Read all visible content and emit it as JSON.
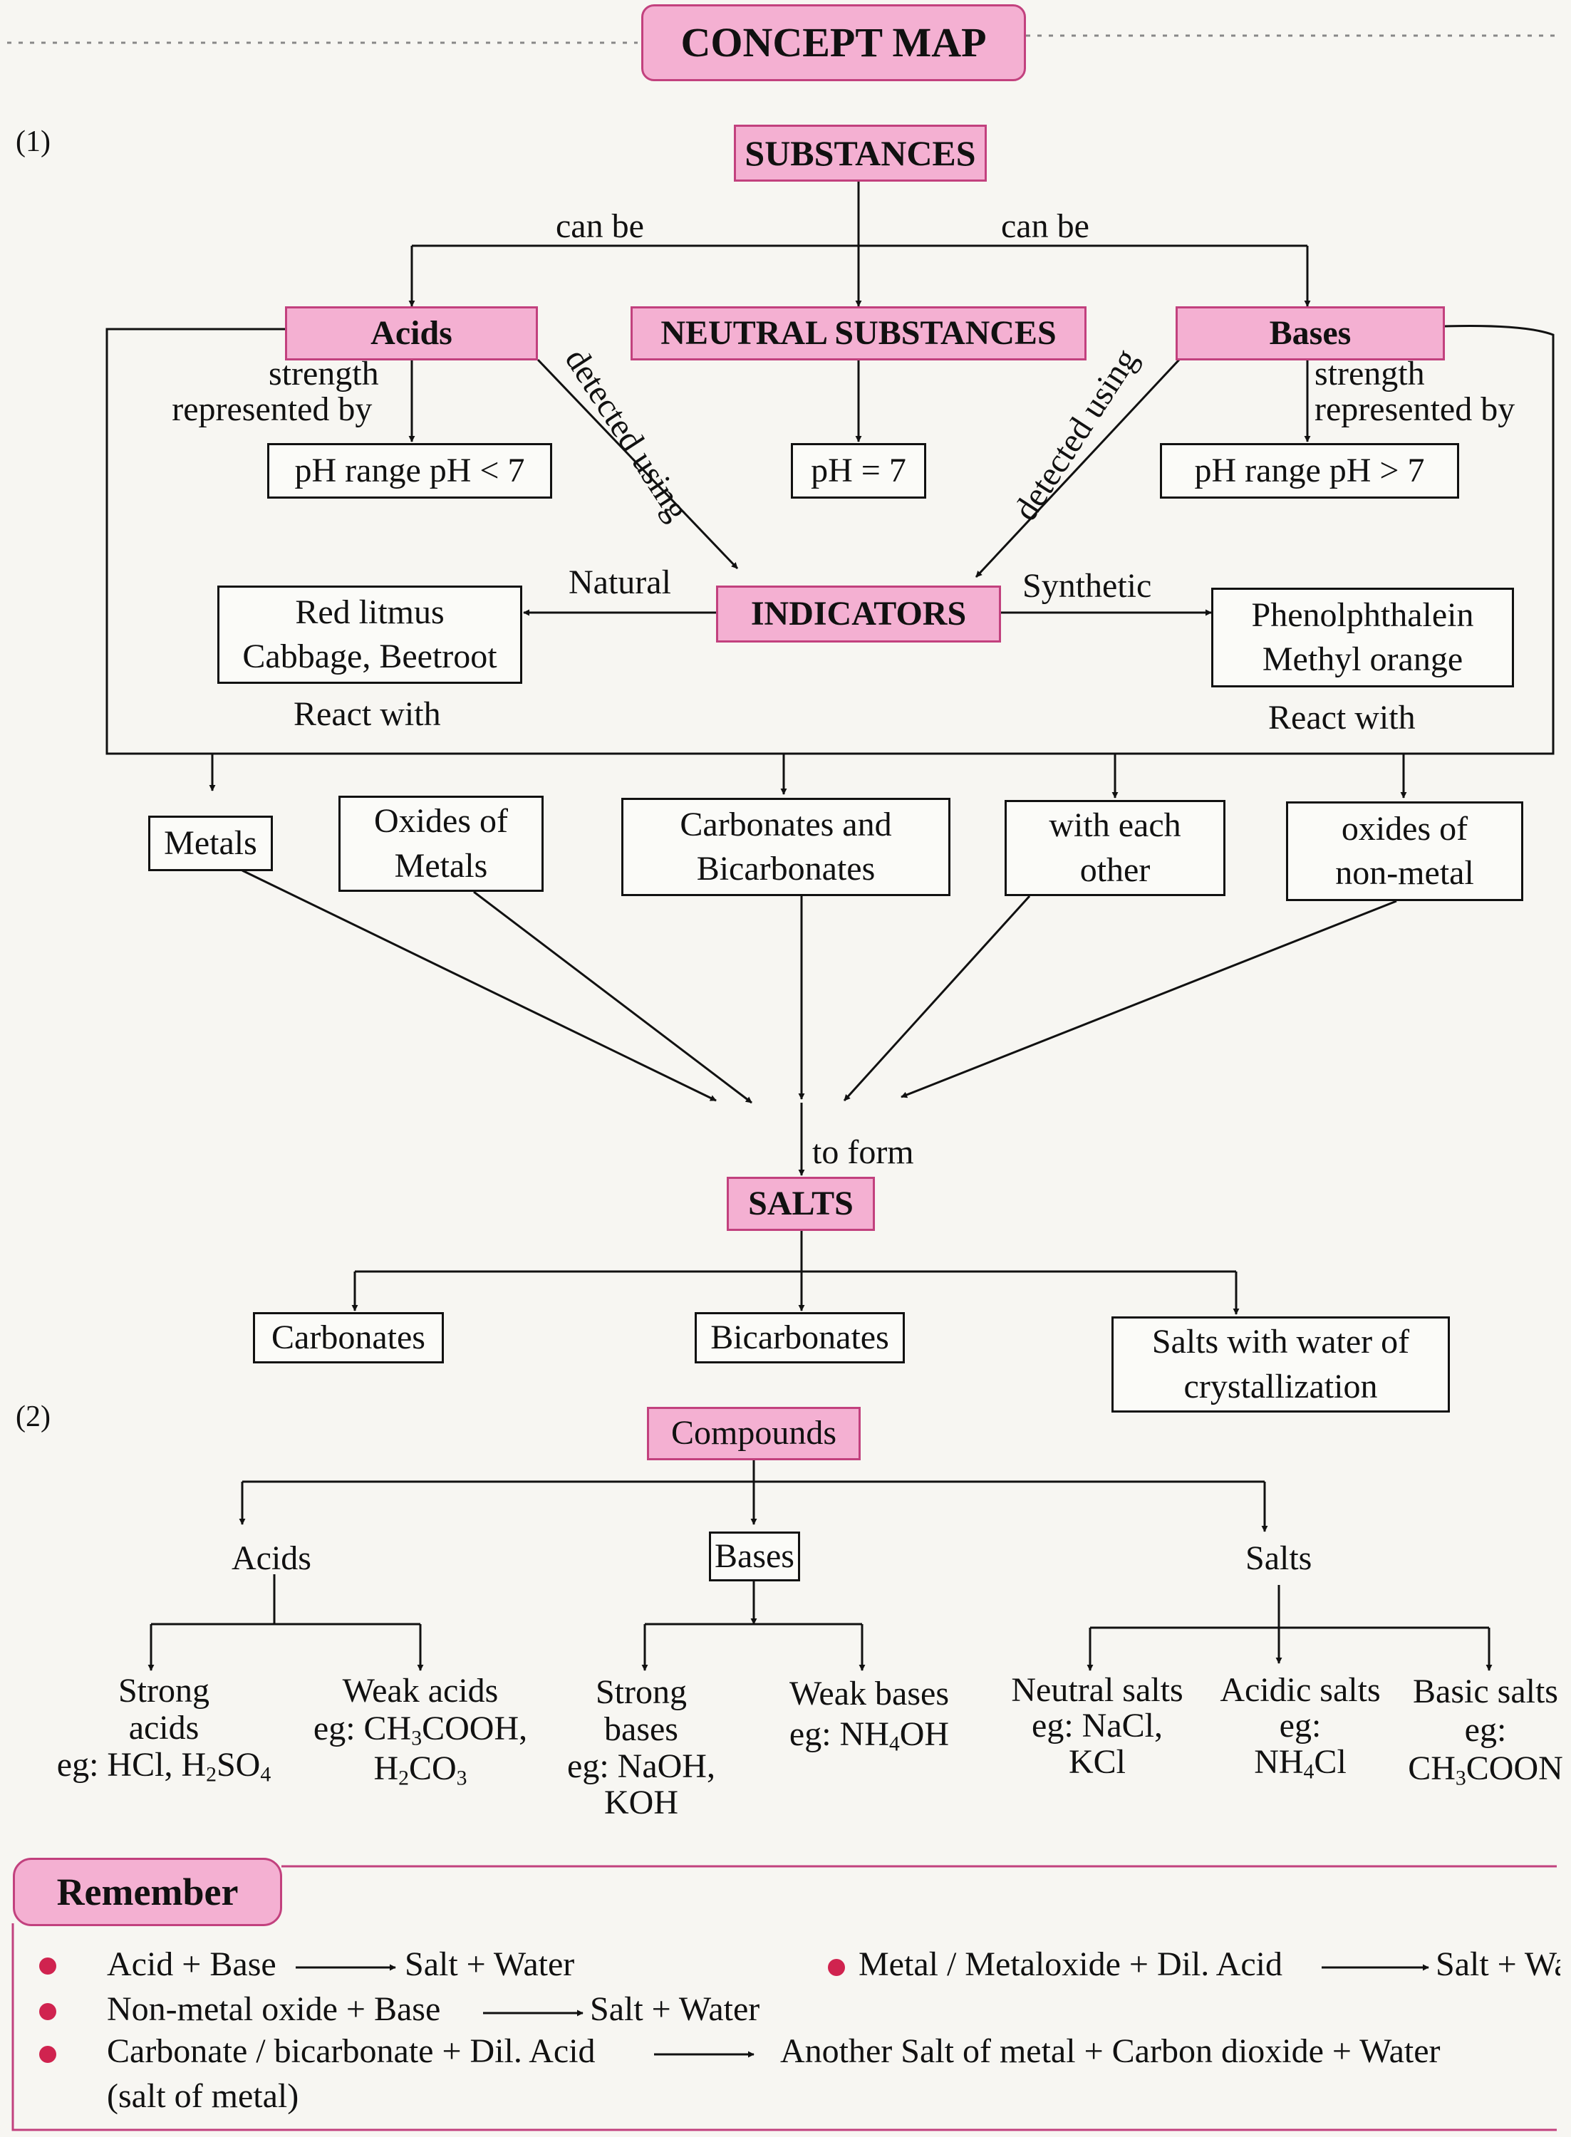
{
  "title": "CONCEPT MAP",
  "section1_number": "(1)",
  "section2_number": "(2)",
  "substances": "SUBSTANCES",
  "can_be_left": "can be",
  "can_be_right": "can be",
  "acids": "Acids",
  "neutral": "NEUTRAL SUBSTANCES",
  "bases": "Bases",
  "acid_strength": "strength",
  "acid_represented": "represented by",
  "base_strength": "strength",
  "base_represented": "represented by",
  "acid_ph": "pH range pH < 7",
  "neutral_ph": "pH = 7",
  "base_ph": "pH range pH > 7",
  "detected_left": "detected using",
  "detected_right": "detected using",
  "indicators": "INDICATORS",
  "natural": "Natural",
  "synthetic": "Synthetic",
  "natural_line1": "Red litmus",
  "natural_line2": "Cabbage, Beetroot",
  "synthetic_line1": "Phenolphthalein",
  "synthetic_line2": "Methyl orange",
  "react_with_left": "React with",
  "react_with_right": "React with",
  "metals": "Metals",
  "oxides_metals_1": "Oxides of",
  "oxides_metals_2": "Metals",
  "carbonates_1": "Carbonates and",
  "carbonates_2": "Bicarbonates",
  "each_other_1": "with each",
  "each_other_2": "other",
  "oxides_nonmetal_1": "oxides of",
  "oxides_nonmetal_2": "non-metal",
  "to_form": "to form",
  "salts": "SALTS",
  "salt_types": {
    "carbonates": "Carbonates",
    "bicarbonates": "Bicarbonates",
    "water_cryst_1": "Salts with water of",
    "water_cryst_2": "crystallization"
  },
  "compounds": "Compounds",
  "comp_acids": "Acids",
  "comp_bases": "Bases",
  "comp_salts": "Salts",
  "strong_acids": {
    "l1": "Strong",
    "l2": "acids",
    "l3a": "eg: HCl, H",
    "l3s": "2",
    "l3b": "SO",
    "l3s2": "4"
  },
  "weak_acids": {
    "l1": "Weak acids",
    "l2a": "eg: CH",
    "l2s": "3",
    "l2b": "COOH,",
    "l3a": "H",
    "l3s": "2",
    "l3b": "CO",
    "l3s2": "3"
  },
  "strong_bases": {
    "l1": "Strong",
    "l2": "bases",
    "l3": "eg: NaOH,",
    "l4": "KOH"
  },
  "weak_bases": {
    "l1": "Weak bases",
    "l2a": "eg: NH",
    "l2s": "4",
    "l2b": "OH"
  },
  "neutral_salts": {
    "l1": "Neutral salts",
    "l2": "eg: NaCl,",
    "l3": "KCl"
  },
  "acidic_salts": {
    "l1": "Acidic salts",
    "l2": "eg:",
    "l3a": "NH",
    "l3s": "4",
    "l3b": "Cl"
  },
  "basic_salts": {
    "l1": "Basic salts",
    "l2": "eg:",
    "l3a": "CH",
    "l3s": "3",
    "l3b": "COON"
  },
  "remember": {
    "heading": "Remember",
    "r1_left": "Acid + Base",
    "r1_right": "Salt + Water",
    "r2_left": "Non-metal oxide + Base",
    "r2_right": "Salt + Water",
    "r3_left": "Carbonate / bicarbonate + Dil. Acid",
    "r3_right": "Another Salt of metal + Carbon dioxide + Water",
    "r3_note": "(salt of metal)",
    "r4_left": "Metal / Metaloxide + Dil. Acid",
    "r4_right": "Salt + Wa"
  },
  "colors": {
    "pink_fill": "#f4b0d2",
    "pink_border": "#c2417e",
    "bullet": "#d0234f"
  }
}
